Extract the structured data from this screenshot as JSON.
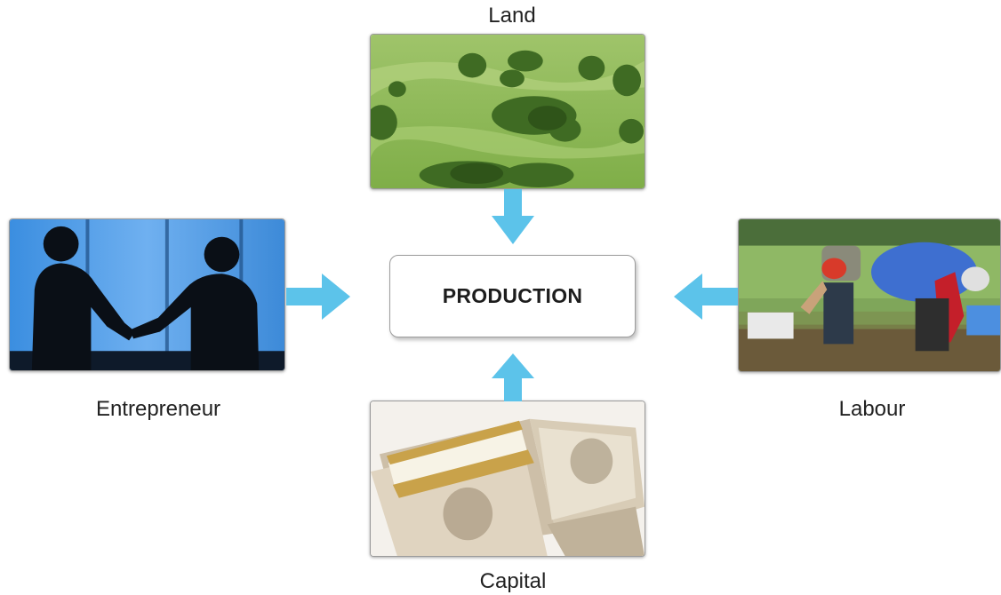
{
  "center": {
    "label": "PRODUCTION"
  },
  "factors": {
    "land": {
      "label": "Land",
      "image": "green-fields-landscape"
    },
    "labour": {
      "label": "Labour",
      "image": "farm-workers-in-field"
    },
    "capital": {
      "label": "Capital",
      "image": "banknote-bundles"
    },
    "entrepreneur": {
      "label": "Entrepreneur",
      "image": "business-handshake-silhouette"
    }
  },
  "colors": {
    "arrow": "#5cc3ea",
    "box_border": "#9c9c9c"
  }
}
